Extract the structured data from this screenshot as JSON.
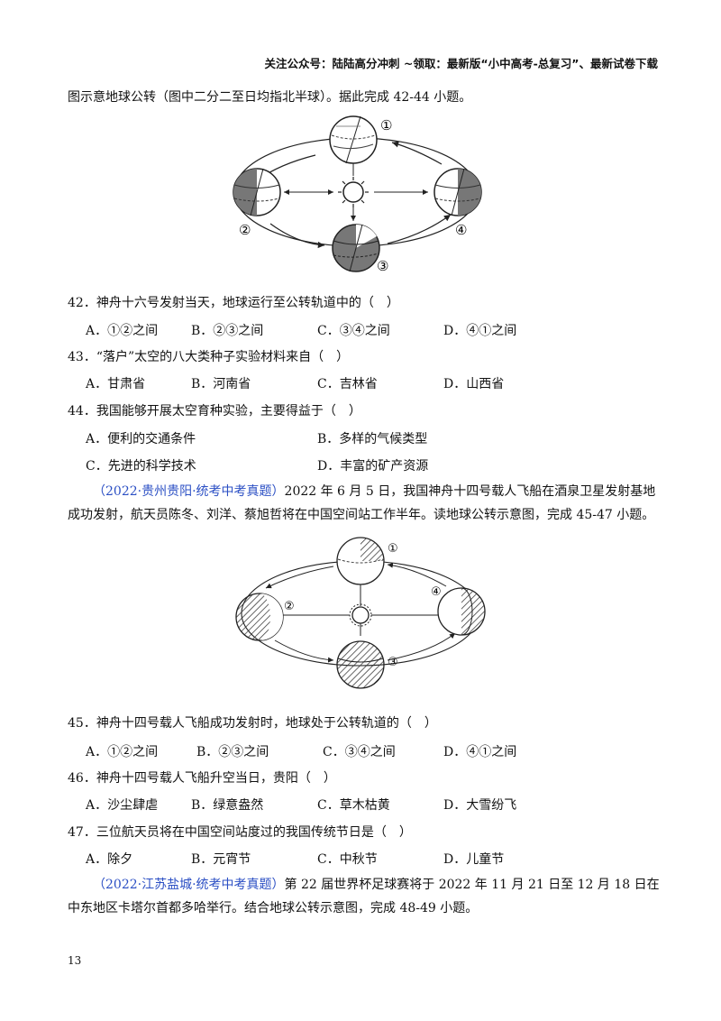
{
  "header": "关注公众号：陆陆高分冲刺 ~领取：最新版“小中高考-总复习”、最新试卷下载",
  "intro1": "图示意地球公转（图中二分二至日均指北半球）。据此完成 42-44 小题。",
  "diagram1": {
    "labels": [
      "①",
      "②",
      "③",
      "④"
    ]
  },
  "q42": {
    "stem": "42．神舟十六号发射当天，地球运行至公转轨道中的（　）",
    "options": [
      "A．①②之间",
      "B．②③之间",
      "C．③④之间",
      "D．④①之间"
    ]
  },
  "q43": {
    "stem": "43．“落户”太空的八大类种子实验材料来自（　）",
    "options": [
      "A．甘肃省",
      "B．河南省",
      "C．吉林省",
      "D．山西省"
    ]
  },
  "q44": {
    "stem": "44．我国能够开展太空育种实验，主要得益于（　）",
    "options": [
      "A．便利的交通条件",
      "B．多样的气候类型",
      "C．先进的科学技术",
      "D．丰富的矿产资源"
    ]
  },
  "passage2": {
    "source": "（2022·贵州贵阳·统考中考真题）",
    "text": "2022 年 6 月 5 日，我国神舟十四号载人飞船在酒泉卫星发射基地成功发射，航天员陈冬、刘洋、蔡旭哲将在中国空间站工作半年。读地球公转示意图，完成 45-47 小题。"
  },
  "diagram2": {
    "labels": [
      "①",
      "②",
      "③",
      "④"
    ]
  },
  "q45": {
    "stem": "45．神舟十四号载人飞船成功发射时，地球处于公转轨道的（　）",
    "options": [
      "A．①②之间",
      "B．②③之间",
      "C．③④之间",
      "D．④①之间"
    ]
  },
  "q46": {
    "stem": "46．神舟十四号载人飞船升空当日，贵阳（　）",
    "options": [
      "A．沙尘肆虐",
      "B．绿意盎然",
      "C．草木枯黄",
      "D．大雪纷飞"
    ]
  },
  "q47": {
    "stem": "47．三位航天员将在中国空间站度过的我国传统节日是（　）",
    "options": [
      "A．除夕",
      "B．元宵节",
      "C．中秋节",
      "D．儿童节"
    ]
  },
  "passage3": {
    "source": "（2022·江苏盐城·统考中考真题）",
    "text": "第 22 届世界杯足球赛将于 2022 年 11 月 21 日至 12 月 18 日在中东地区卡塔尔首都多哈举行。结合地球公转示意图，完成 48-49 小题。"
  },
  "page_number": "13"
}
